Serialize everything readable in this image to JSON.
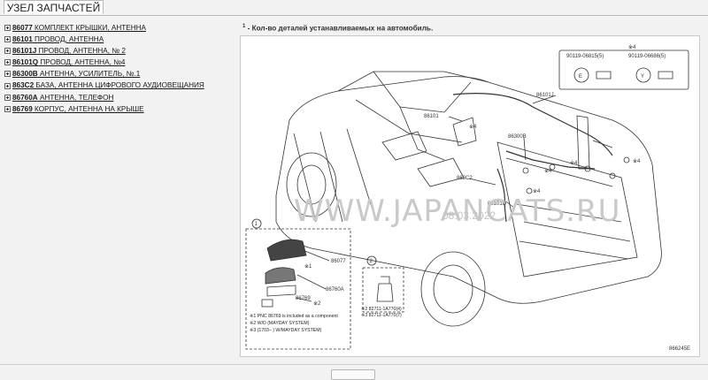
{
  "tab": {
    "label": "УЗЕЛ ЗАПЧАСТЕЙ"
  },
  "parts": [
    {
      "code": "86077",
      "name": " КОМПЛЕКТ КРЫШКИ, АНТЕННА"
    },
    {
      "code": "86101",
      "name": " ПРОВОД, АНТЕННА"
    },
    {
      "code": "86101J",
      "name": " ПРОВОД, АНТЕННА, № 2"
    },
    {
      "code": "86101Q",
      "name": " ПРОВОД, АНТЕННА, №4"
    },
    {
      "code": "86300B",
      "name": " АНТЕННА, УСИЛИТЕЛЬ, №.1"
    },
    {
      "code": "863C2",
      "name": " БАЗА, АНТЕННА ЦИФРОВОГО АУДИОВЕЩАНИЯ"
    },
    {
      "code": "86760A",
      "name": " АНТЕННА, ТЕЛЕФОН"
    },
    {
      "code": "86769",
      "name": " КОРПУС, АНТЕННА НА КРЫШЕ"
    }
  ],
  "note": {
    "sup": "1",
    "text": " - Кол-во деталей устанавливаемых на автомобиль."
  },
  "diagram": {
    "watermark": "WWW.JAPANCATS.RU",
    "watermark_date": "08.03.2022",
    "figure_code": "866245E",
    "callouts": [
      "86101J",
      "86101",
      "86300B",
      "863C2",
      "86101Q",
      "※4",
      "※4",
      "※4",
      "※4",
      "※4"
    ],
    "inset_top_right": {
      "header": "※4",
      "left_part": "90119-06815(5)",
      "right_part": "90119-06686(5)",
      "left_letter": "E",
      "right_letter": "Y"
    },
    "inset1": {
      "number": "1",
      "labels": [
        "86077",
        "※1",
        "86760A",
        "86769",
        "※2"
      ],
      "notes": [
        "※1 PNC 86769 is included as a component",
        "※2 W/D (MAYDAY SYSTEM)",
        "※3 (1703–        ) W/MAYDAY SYSTEM)"
      ]
    },
    "inset2": {
      "number": "2",
      "parts": [
        "※2 82711-1A770(4)",
        "※3 82711-1A770(7)"
      ]
    }
  }
}
